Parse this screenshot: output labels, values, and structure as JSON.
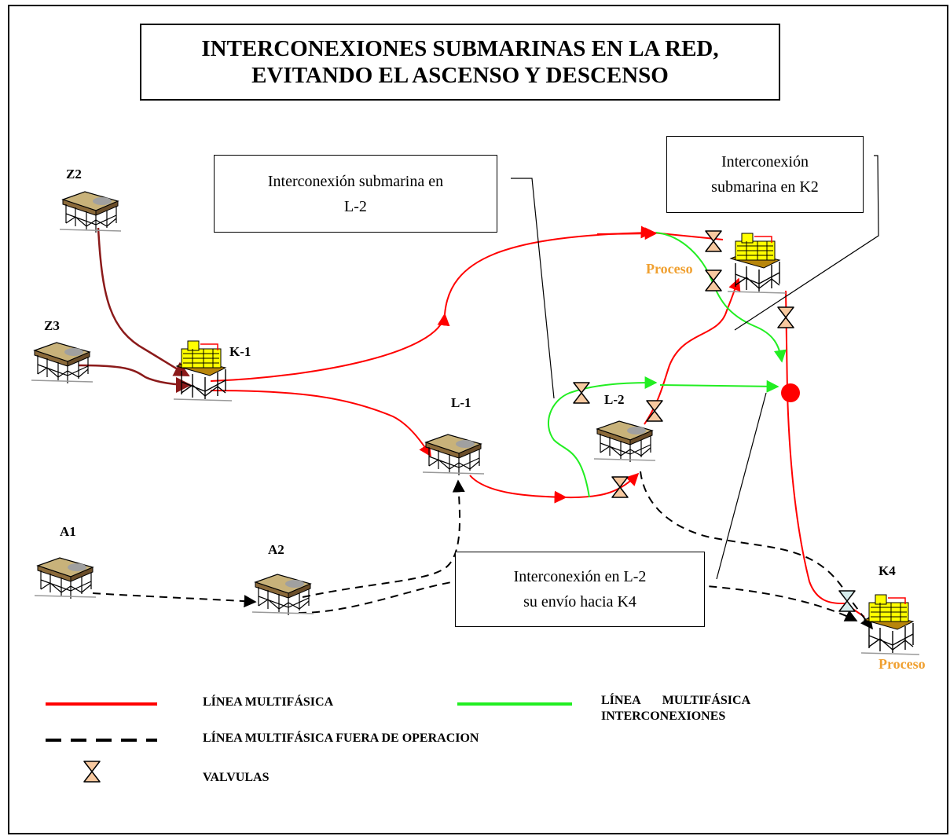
{
  "title": {
    "line1": "INTERCONEXIONES SUBMARINAS EN LA RED,",
    "line2": "EVITANDO EL ASCENSO Y DESCENSO"
  },
  "callouts": {
    "l2_submarine": {
      "line1": "Interconexión submarina en",
      "line2": "L-2"
    },
    "k2_submarine": {
      "line1": "Interconexión",
      "line2": "submarina en K2"
    },
    "l2_to_k4": {
      "line1": "Interconexión en L-2",
      "line2": "su envío hacia K4"
    }
  },
  "platforms": {
    "z2": "Z2",
    "z3": "Z3",
    "k1": "K-1",
    "l1": "L-1",
    "l2": "L-2",
    "a1": "A1",
    "a2": "A2",
    "k4": "K4"
  },
  "process_labels": {
    "k2": "Proceso",
    "k4": "Proceso"
  },
  "legend": {
    "multiphase": "LÍNEA MULTIFÁSICA",
    "interconnections_line1": "LÍNEA       MULTIFÁSICA",
    "interconnections_line2": "INTERCONEXIONES",
    "out_of_service": "LÍNEA MULTIFÁSICA FUERA DE OPERACION",
    "valves": "VALVULAS"
  },
  "colors": {
    "multiphase": "#FF0000",
    "interconnection": "#22EE22",
    "out_of_service": "#000000",
    "feeder": "#8B1A1A",
    "valve_fill": "#F7C9A0",
    "valve_closed_fill": "#D6ECEC",
    "process_text": "#F0A030",
    "platform_yellow": "#FFFF00"
  }
}
